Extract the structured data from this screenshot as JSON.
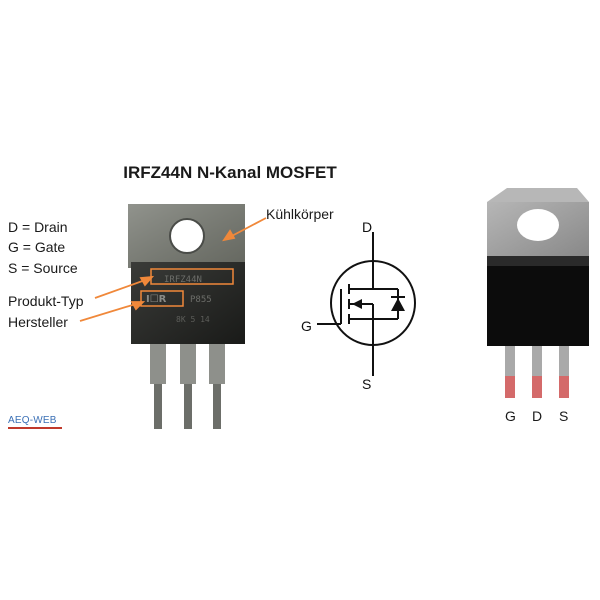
{
  "title": "IRFZ44N N-Kanal MOSFET",
  "legend": [
    {
      "text": "D  = Drain"
    },
    {
      "text": "G  = Gate"
    },
    {
      "text": "S  = Source"
    }
  ],
  "labels": {
    "heatsink": "Kühlkörper",
    "product_type": "Produkt-Typ",
    "manufacturer": "Hersteller"
  },
  "symbol": {
    "drain": "D",
    "gate": "G",
    "source": "S"
  },
  "package_pins": [
    "G",
    "D",
    "S"
  ],
  "brand": "AEQ-WEB",
  "colors": {
    "callout": "#f0883a",
    "pin_tip": "#d46a6a",
    "brand": "#3a6fb5"
  }
}
